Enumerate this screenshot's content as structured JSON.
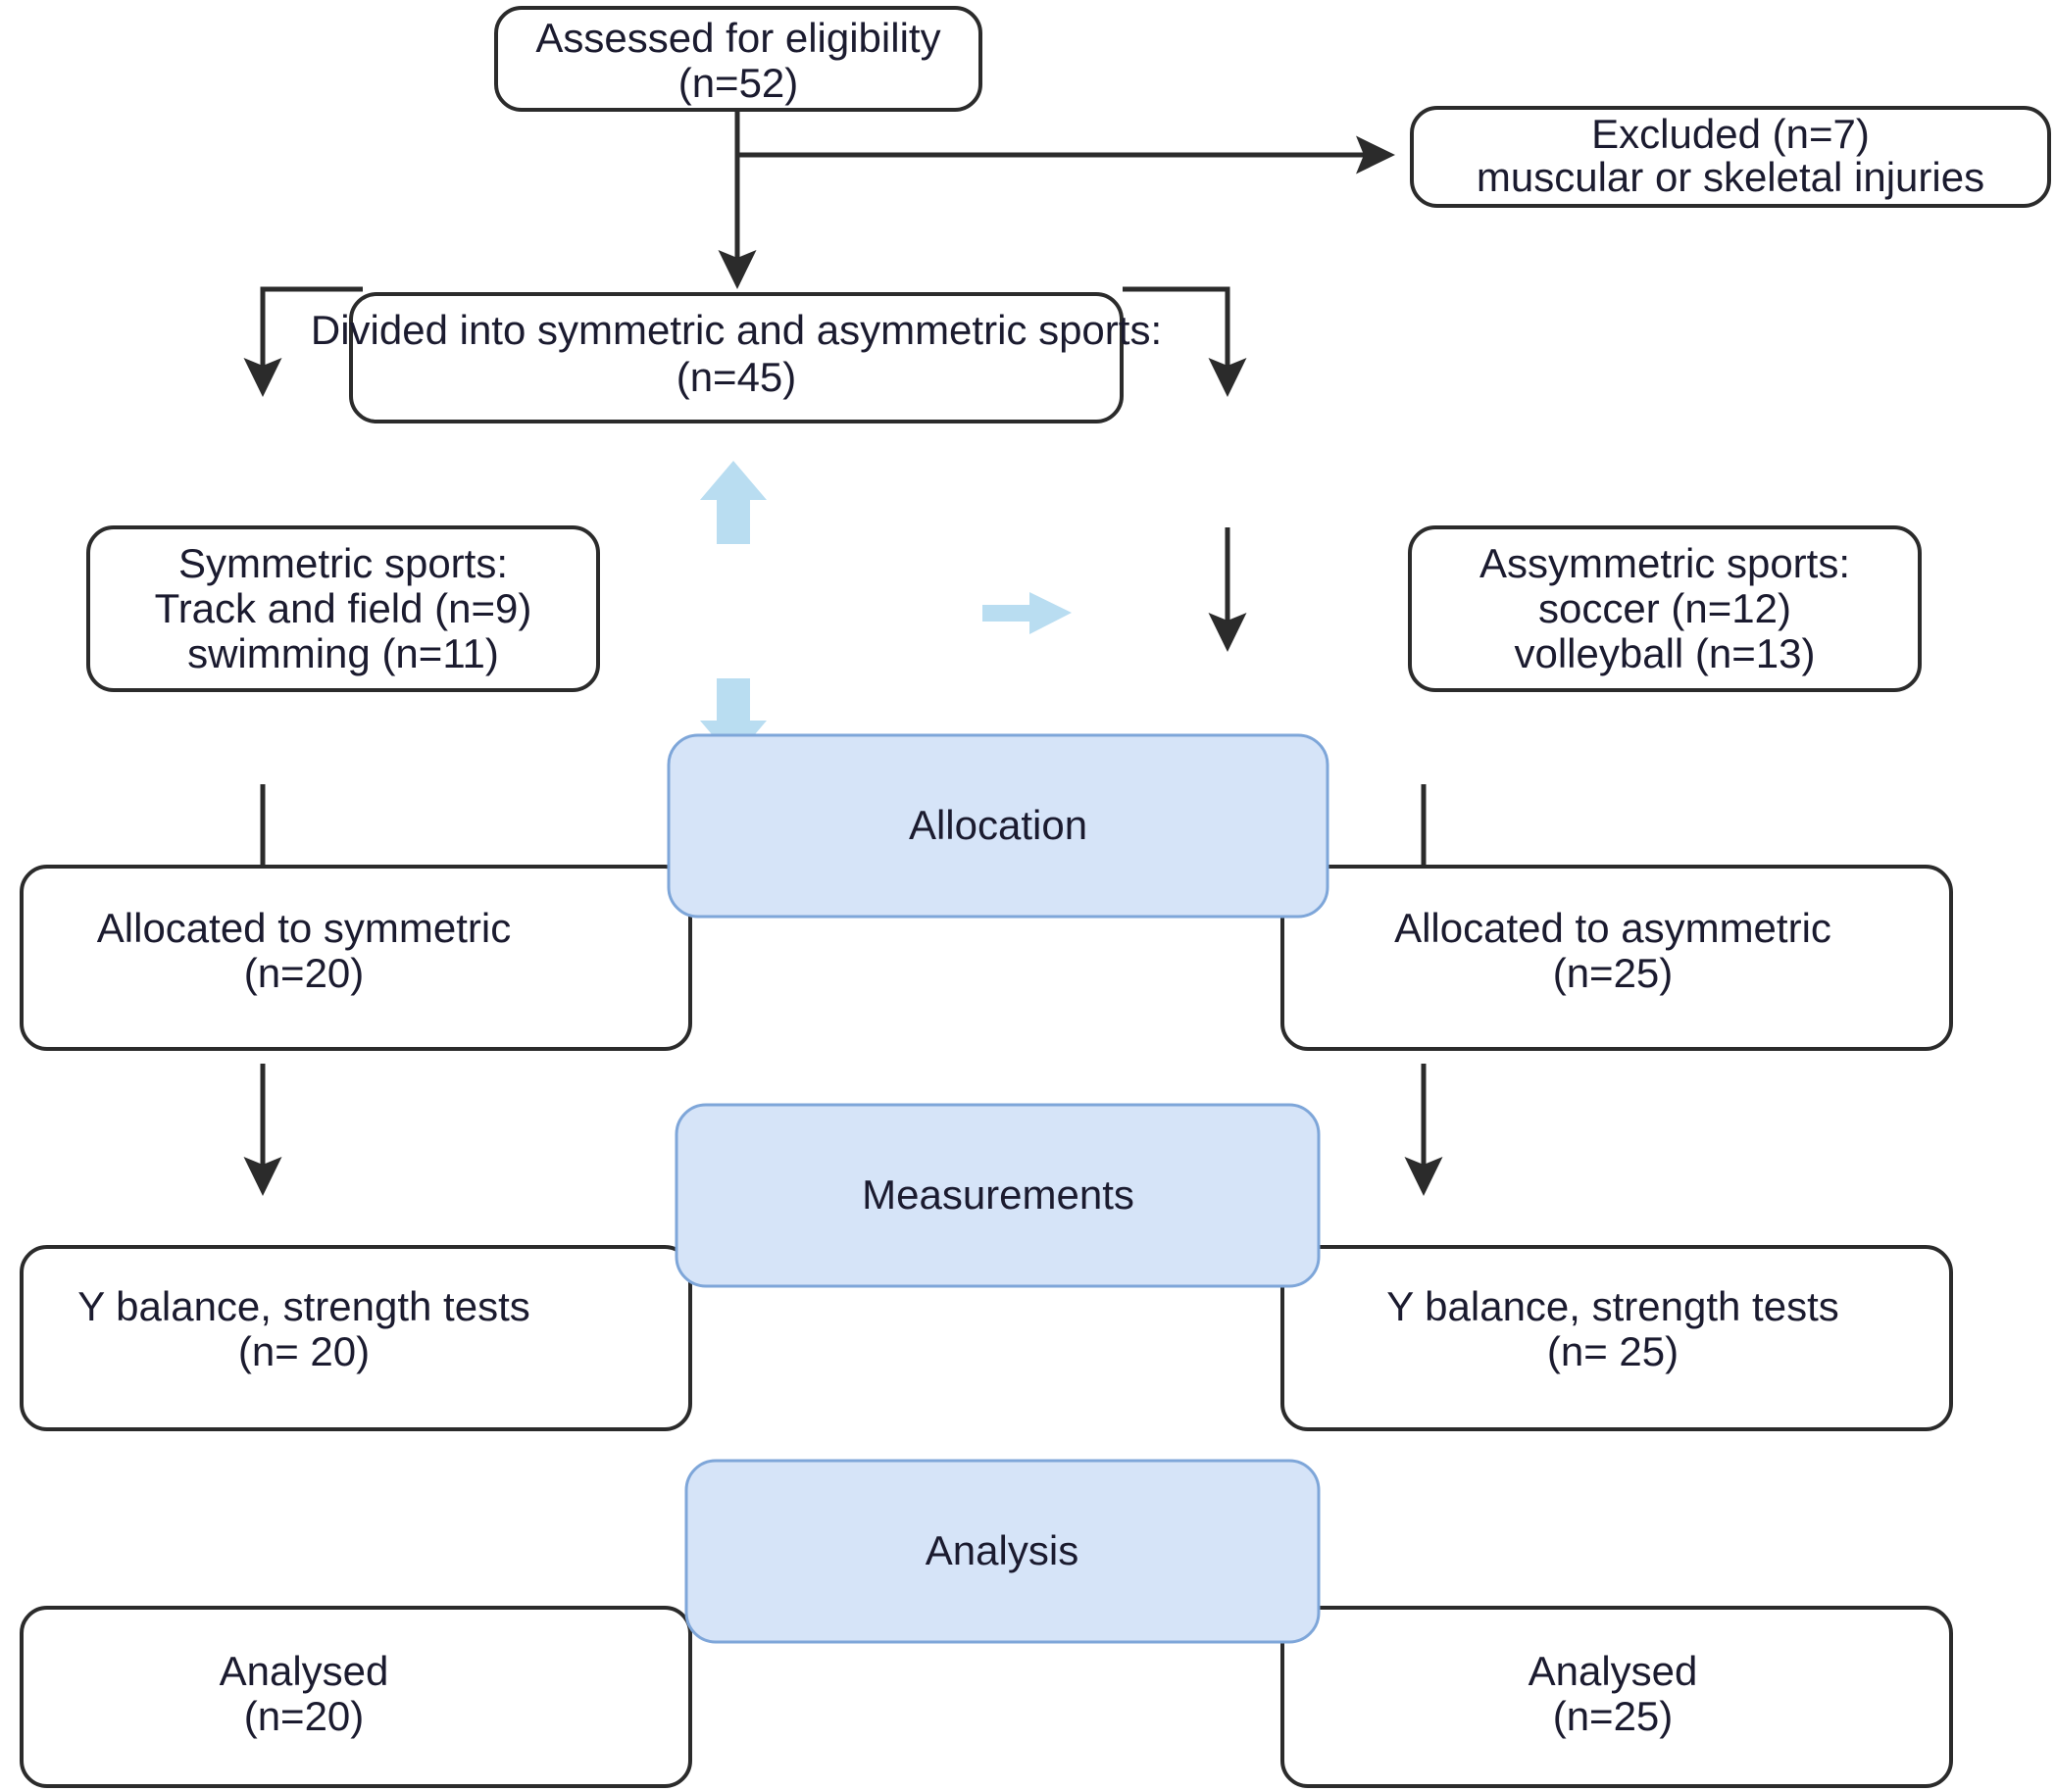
{
  "diagram": {
    "title": "CONSORT-style participant flow diagram",
    "colors": {
      "box_fill": "#ffffff",
      "box_border": "#2b2b2b",
      "stage_fill": "#d6e4f8",
      "stage_border": "#7ea6d9",
      "blue_arrow": "#b9ddf1",
      "text": "#1b1b2f"
    },
    "nodes": {
      "assessed": {
        "lines": [
          "Assessed for eligibility",
          "(n=52)"
        ]
      },
      "excluded": {
        "lines": [
          "Excluded (n=7)",
          "muscular or skeletal injuries"
        ]
      },
      "divided": {
        "lines": [
          "Divided into symmetric and asymmetric sports:",
          "(n=45)"
        ]
      },
      "symmetric_sports": {
        "lines": [
          "Symmetric sports:",
          "Track and field (n=9)",
          "swimming (n=11)"
        ]
      },
      "asymmetric_sports": {
        "lines": [
          "Assymmetric sports:",
          "soccer (n=12)",
          "volleyball (n=13)"
        ]
      },
      "allocated_symmetric": {
        "lines": [
          "Allocated to symmetric",
          "(n=20)"
        ]
      },
      "allocated_asymmetric": {
        "lines": [
          "Allocated to asymmetric",
          "(n=25)"
        ]
      },
      "measure_left": {
        "lines": [
          "Y balance, strength tests",
          "(n= 20)"
        ]
      },
      "measure_right": {
        "lines": [
          "Y balance, strength tests",
          "(n= 25)"
        ]
      },
      "analysed_left": {
        "lines": [
          "Analysed",
          "(n=20)"
        ]
      },
      "analysed_right": {
        "lines": [
          "Analysed",
          "(n=25)"
        ]
      }
    },
    "stages": {
      "allocation": {
        "label": "Allocation"
      },
      "measurements": {
        "label": "Measurements"
      },
      "analysis": {
        "label": "Analysis"
      }
    }
  }
}
